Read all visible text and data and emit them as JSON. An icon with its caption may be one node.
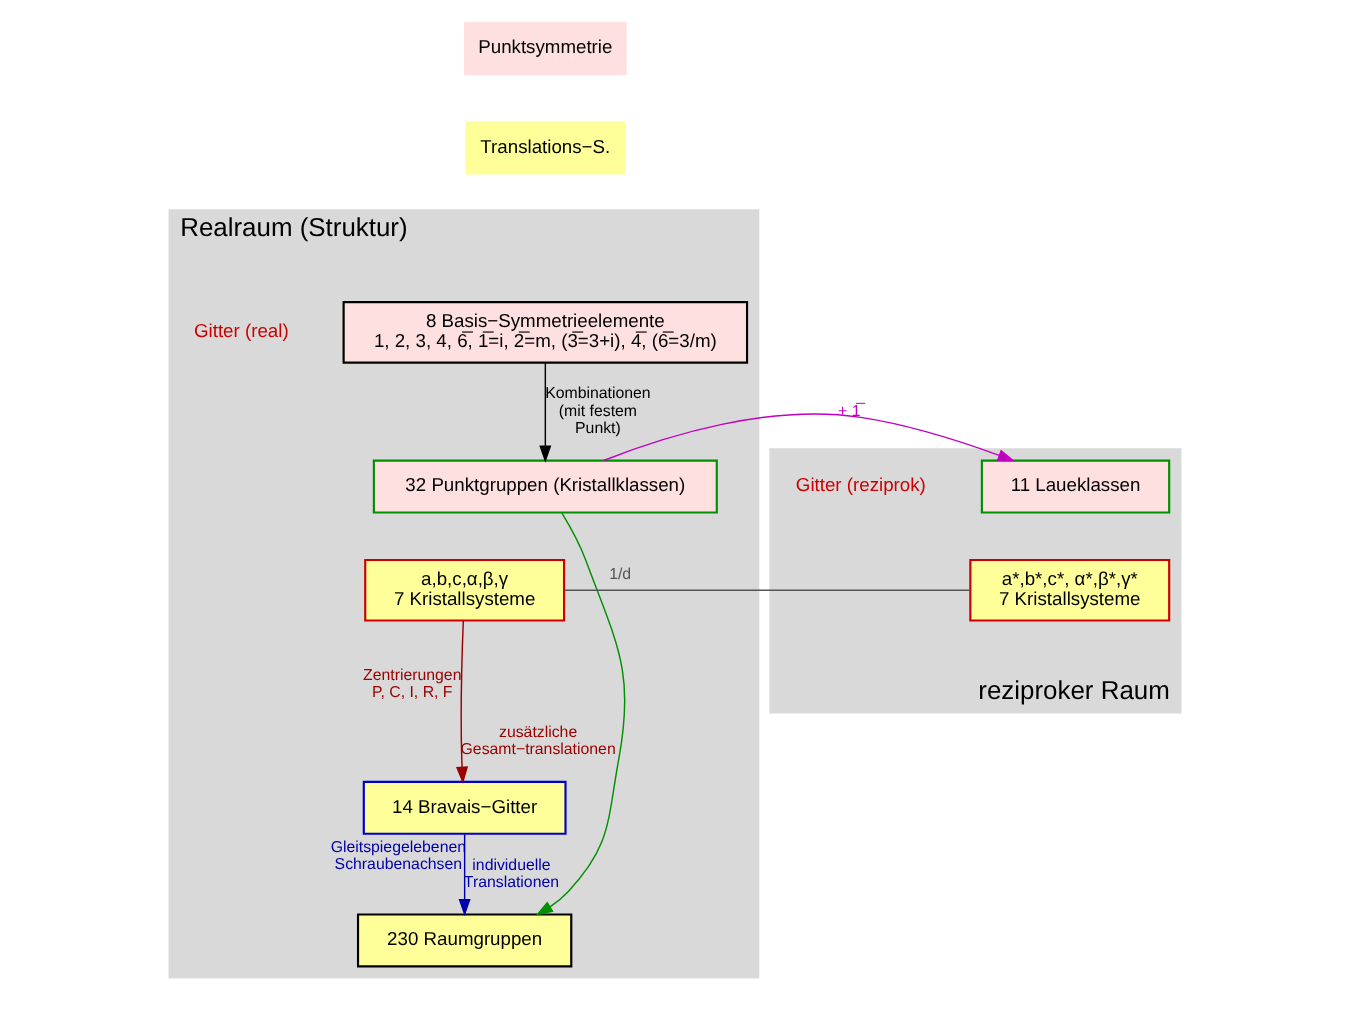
{
  "diagram": {
    "nodes": [
      {
        "text": [
          "Realraum (Struktur)"
        ]
      },
      {
        "text": [
          "8 Basis−Symmetrieelemente",
          "1, 2, 3, 4, 6̅, 1̅=i, 2̅=m, (3̅=3+i), 4̅, (6̅=3/m)"
        ],
        "in": 0
      },
      {
        "text": [
          "32 Punktgruppen (Kristallklassen)"
        ],
        "in": 0
      },
      {
        "text": [
          "reziproker Raum"
        ]
      },
      {
        "text": [
          "11 Laueklassen"
        ],
        "in": 3
      },
      {
        "text": [
          "a,b,c,α,β,γ",
          "7 Kristallsysteme"
        ],
        "in": 0
      },
      {
        "text": [
          "a*,b*,c*, α*,β*,γ*",
          "7 Kristallsysteme"
        ],
        "in": 3
      },
      {
        "text": [
          "14 Bravais−Gitter"
        ],
        "in": 0
      },
      {
        "text": [
          "230 Raumgruppen"
        ],
        "in": 0
      }
    ],
    "edges": [
      {
        "from": 1,
        "to": 2,
        "arrow": "to",
        "label": "Kombinationen (mit festem Punkt)",
        "color": "#000000"
      },
      {
        "from": 2,
        "to": 4,
        "arrow": "to",
        "label": "+ 1̅",
        "color": "#c000c0"
      },
      {
        "from": 2,
        "to": 8,
        "arrow": "to",
        "color": "#009000"
      },
      {
        "from": 5,
        "to": 6,
        "arrow": "none",
        "label": "1/d",
        "color": "#555555"
      },
      {
        "from": 5,
        "to": 7,
        "arrow": "to",
        "label": "zusätzliche Gesamt−translationen",
        "color": "#990000"
      },
      {
        "from": 7,
        "to": 8,
        "arrow": "to",
        "label": "individuelle Translationen",
        "color": "#0000aa"
      }
    ],
    "labels": [
      "Gitter (real)",
      "Zentrierungen P, C, I, R, F",
      "Gleitspiegelebenen Schraubenachsen",
      "Gitter (reziprok)"
    ],
    "legend": [
      {
        "text": "Punktsymmetrie",
        "color": "#ffe0e0"
      },
      {
        "text": "Translations−S.",
        "color": "#ffff99"
      }
    ]
  }
}
